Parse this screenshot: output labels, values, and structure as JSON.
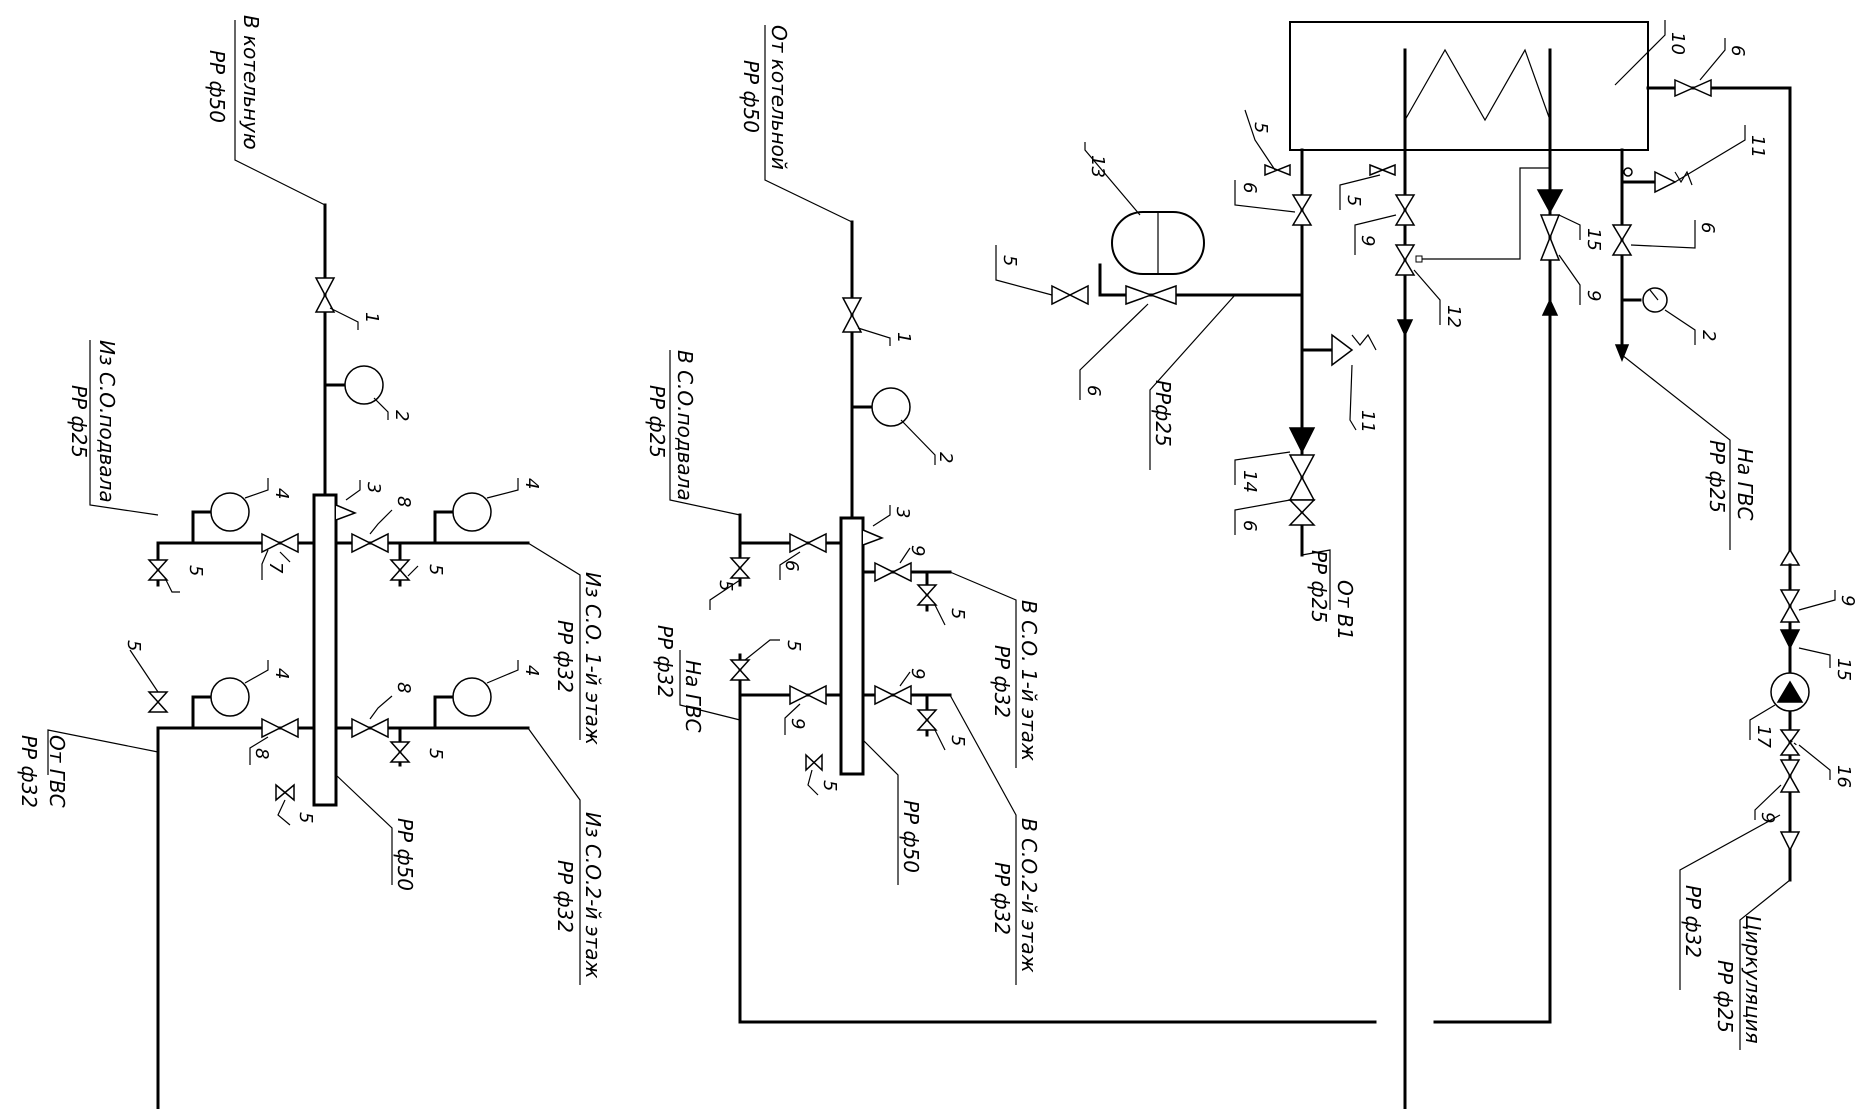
{
  "colors": {
    "line": "#000000",
    "cold_water": "#1414e6",
    "hot_water": "#ee1111",
    "circulation": "#dd22dd",
    "background": "#ffffff"
  },
  "labels": {
    "to_boiler_room_1": "В котельную",
    "to_boiler_room_1_dn": "PP ф50",
    "from_basement": "Из С.О.подвала",
    "from_basement_dn": "PP ф25",
    "from_floor1": "Из С.О. 1-й этаж",
    "from_floor1_dn": "PP ф32",
    "from_floor2": "Из С.О.2-й этаж",
    "from_floor2_dn": "PP ф32",
    "from_dhw": "От ГВС",
    "from_dhw_dn": "PP ф32",
    "collector1_dn": "PP ф50",
    "from_boiler_room_2": "От котельной",
    "from_boiler_room_2_dn": "PP ф50",
    "to_basement": "В С.О.подвала",
    "to_basement_dn": "PP ф25",
    "to_dhw_2": "На ГВС",
    "to_dhw_2_dn": "PP ф32",
    "to_floor1": "В С.О. 1-й этаж",
    "to_floor1_dn": "PP ф32",
    "to_floor2": "В С.О.2-й этаж",
    "to_floor2_dn": "PP ф32",
    "collector2_dn": "PP ф50",
    "expansion_line_dn": "PPф25",
    "from_b1": "От В1",
    "from_b1_dn": "PP ф25",
    "to_dhw_3": "На ГВС",
    "to_dhw_3_dn": "PP ф25",
    "circulation": "Циркуляция",
    "circulation_dn1": "PP ф25",
    "circulation_dn2": "PP ф32"
  },
  "items": {
    "n1": "1",
    "n2": "2",
    "n3": "3",
    "n4": "4",
    "n5": "5",
    "n6": "6",
    "n7": "7",
    "n8": "8",
    "n9": "9",
    "n10": "10",
    "n11": "11",
    "n12": "12",
    "n13": "13",
    "n14": "14",
    "n15": "15",
    "n16": "16",
    "n17": "17"
  }
}
